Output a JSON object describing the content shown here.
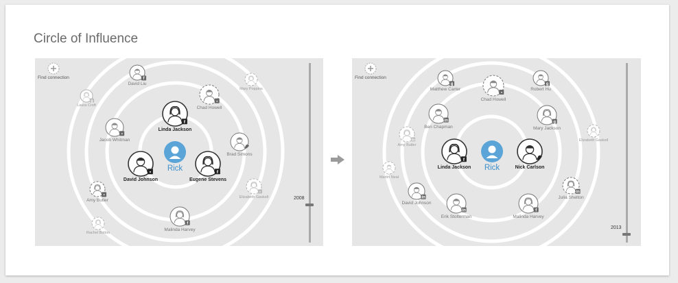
{
  "page_title": "Circle of Influence",
  "left_panel": {
    "find_connection": "Find connection",
    "center": "Rick",
    "year": "2008",
    "people": {
      "david_liu": "David Liu",
      "laura_croft": "Laura Croft",
      "mary_poppins": "Mary Poppins",
      "chad_howell": "Chad Howell",
      "linda_jackson": "Linda Jackson",
      "jacob_whitman": "Jacob Whitman",
      "brad_simons": "Brad Simons",
      "david_johnson": "David Johnson",
      "eugene_stevens": "Eugene Stevens",
      "amy_butler": "Amy Butler",
      "elizabeth_gaskell": "Elizabeth Gaskell",
      "malinda_harvey": "Malinda Harvey",
      "rachel_bolton": "Rachel Bolton"
    }
  },
  "right_panel": {
    "find_connection": "Find connection",
    "center": "Rick",
    "year": "2013",
    "people": {
      "matthew_carter": "Matthew Carter",
      "chad_howell": "Chad Howell",
      "robert_hu": "Robert Hu",
      "ben_chapman": "Ben Chapman",
      "mary_jackson": "Mary Jackson",
      "amy_butler": "Amy Butler",
      "elizabeth_gaskell": "Elizabeth Gaskell",
      "linda_jackson": "Linda Jackson",
      "nick_carlson": "Nick Carlson",
      "martin_neal": "Martin Neal",
      "david_johnson": "David Johnson",
      "julia_shelton": "Julia Shelton",
      "erik_stolterman": "Erik Stolterman",
      "malinda_harvey": "Malinda Harvey"
    }
  },
  "colors": {
    "accent": "#5aa4d8",
    "rick_text": "#3d8fc9",
    "panel_bg": "#e6e6e6"
  }
}
